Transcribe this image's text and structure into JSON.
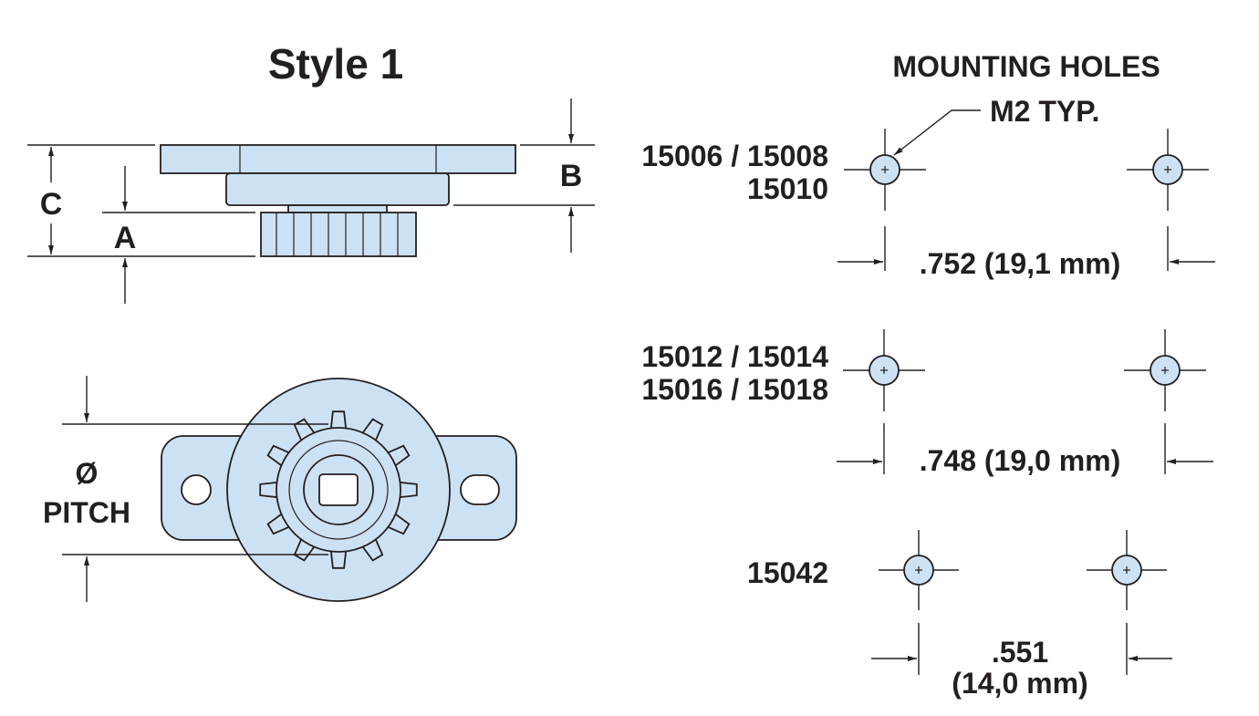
{
  "style_section": {
    "title": "Style 1",
    "dimension_labels": {
      "c": "C",
      "a": "A",
      "b": "B",
      "pitch_symbol": "Ø",
      "pitch_word": "PITCH"
    }
  },
  "mounting_section": {
    "title": "MOUNTING HOLES",
    "callout": "M2 TYP.",
    "groups": [
      {
        "models_line1": "15006 / 15008",
        "models_line2": "15010",
        "spacing": ".752 (19,1 mm)"
      },
      {
        "models_line1": "15012 / 15014",
        "models_line2": "15016 / 15018",
        "spacing": ".748 (19,0 mm)"
      },
      {
        "models_line1": "15042",
        "spacing_line1": ".551",
        "spacing_line2": "(14,0 mm)"
      }
    ]
  },
  "colors": {
    "part_fill": "#cde1f4",
    "ink": "#231f20"
  }
}
